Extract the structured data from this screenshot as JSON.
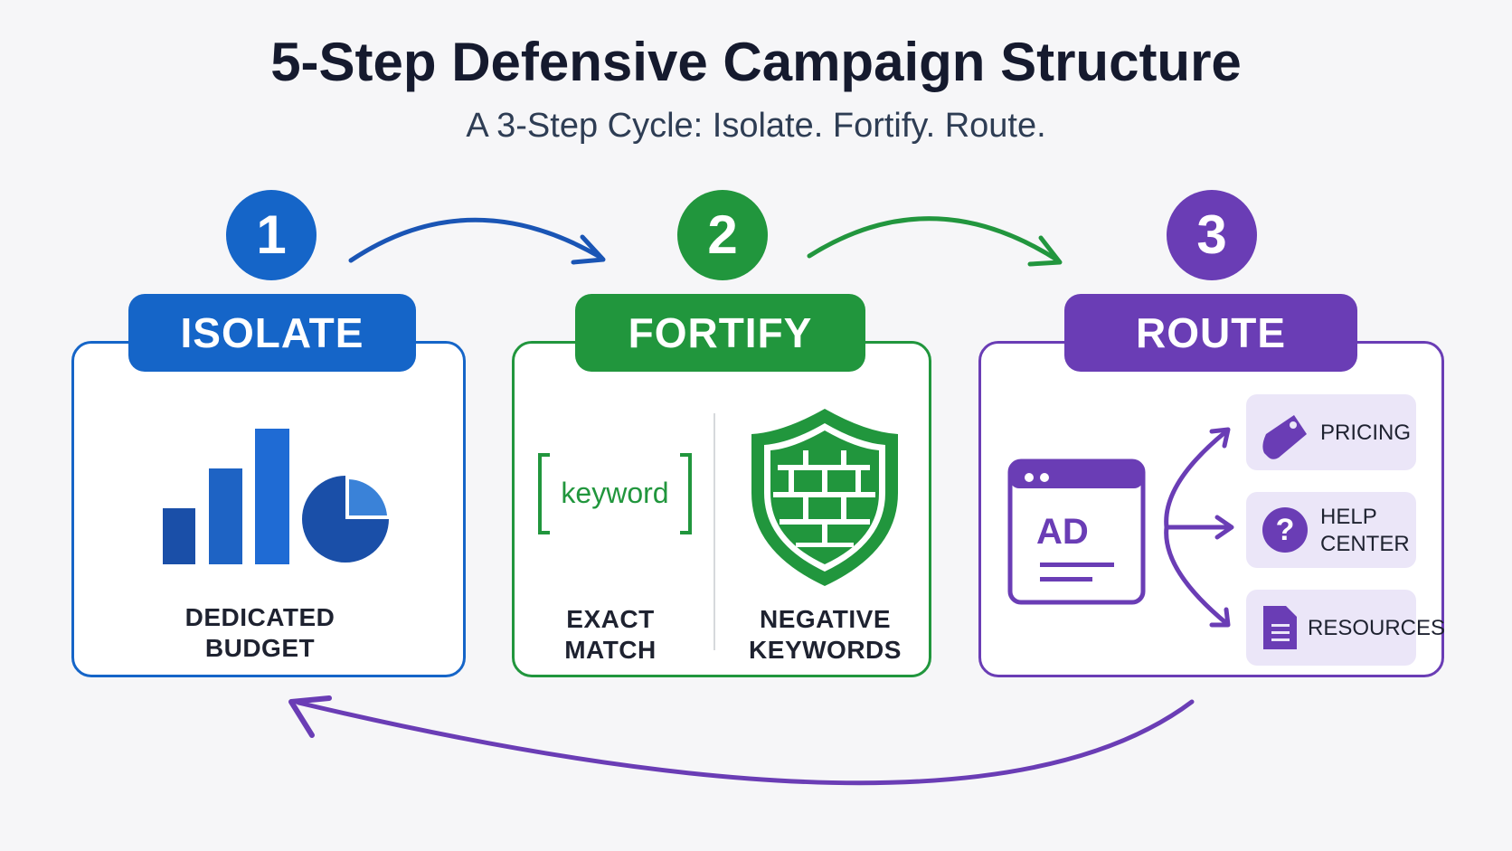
{
  "title": "5-Step Defensive Campaign Structure",
  "subtitle": "A 3-Step Cycle: Isolate. Fortify. Route.",
  "steps": [
    {
      "number": "1",
      "label": "ISOLATE",
      "captions": [
        "DEDICATED\nBUDGET"
      ]
    },
    {
      "number": "2",
      "label": "FORTIFY",
      "captions": [
        "EXACT\nMATCH",
        "NEGATIVE\nKEYWORDS"
      ],
      "keyword_text": "keyword"
    },
    {
      "number": "3",
      "label": "ROUTE",
      "ad_text": "AD",
      "destinations": [
        "PRICING",
        "HELP\nCENTER",
        "RESOURCES"
      ]
    }
  ],
  "colors": {
    "isolate": "#1565c8",
    "fortify": "#21963d",
    "route": "#6a3db5",
    "pill": "#ebe6f8"
  },
  "icons": [
    "bar-chart-icon",
    "pie-chart-icon",
    "shield-wall-icon",
    "browser-ad-icon",
    "price-tag-icon",
    "question-icon",
    "document-icon"
  ]
}
